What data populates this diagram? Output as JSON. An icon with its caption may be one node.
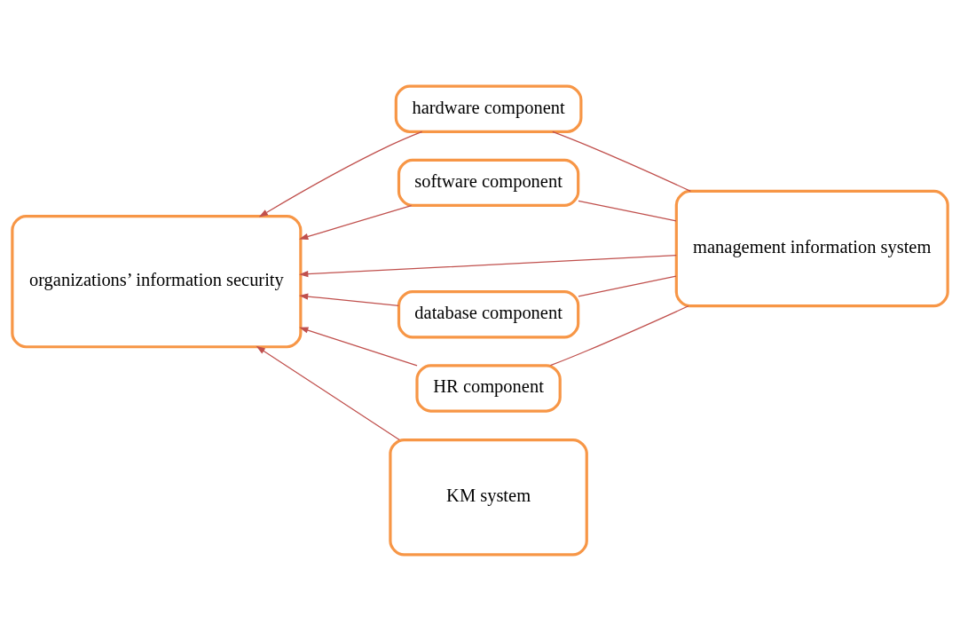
{
  "diagram": {
    "nodes": [
      {
        "text": [
          "hardware component"
        ]
      },
      {
        "text": [
          "software component"
        ]
      },
      {
        "text": [
          "organizations’ information security"
        ]
      },
      {
        "text": [
          "management information system"
        ]
      },
      {
        "text": [
          "database component"
        ]
      },
      {
        "text": [
          "HR component"
        ]
      },
      {
        "text": [
          "KM system"
        ]
      }
    ],
    "edges": [
      {
        "from": 0,
        "to": 2,
        "arrow": "to"
      },
      {
        "from": 1,
        "to": 2,
        "arrow": "to"
      },
      {
        "from": 3,
        "to": 2,
        "arrow": "to"
      },
      {
        "from": 4,
        "to": 2,
        "arrow": "to"
      },
      {
        "from": 5,
        "to": 2,
        "arrow": "to"
      },
      {
        "from": 6,
        "to": 2,
        "arrow": "to"
      },
      {
        "from": 3,
        "to": 0,
        "arrow": "none"
      },
      {
        "from": 3,
        "to": 1,
        "arrow": "none"
      },
      {
        "from": 3,
        "to": 4,
        "arrow": "none"
      },
      {
        "from": 3,
        "to": 5,
        "arrow": "none"
      }
    ]
  }
}
